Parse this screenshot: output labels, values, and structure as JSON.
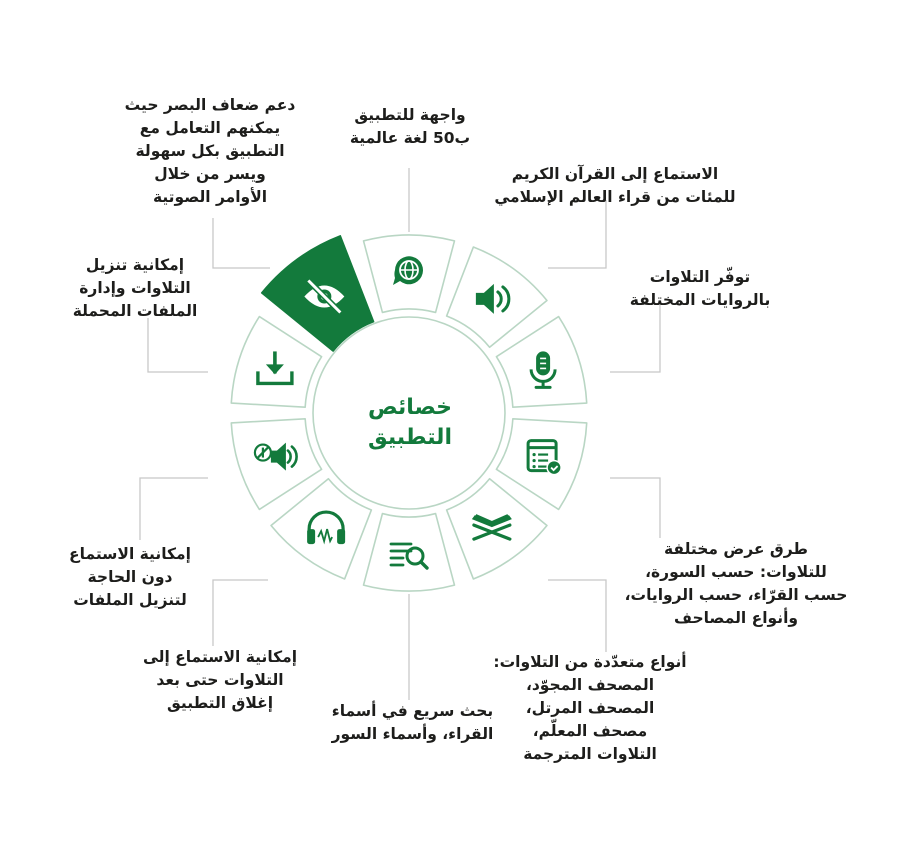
{
  "center": {
    "title": "خصائص\nالتطبيق"
  },
  "colors": {
    "accent": "#137a3c",
    "outline": "#b9d6c4",
    "leader": "#c8c8c8",
    "text": "#1d1d1b"
  },
  "segments": [
    {
      "icon": "globe-chat-icon",
      "highlighted": false,
      "label": "واجهة للتطبيق\nب50 لغة عالمية"
    },
    {
      "icon": "speaker-icon",
      "highlighted": false,
      "label": "الاستماع إلى القرآن الكريم\nللمئات من قراء العالم الإسلامي"
    },
    {
      "icon": "microphone-icon",
      "highlighted": false,
      "label": "توفّر التلاوات\nبالروايات المختلفة"
    },
    {
      "icon": "checklist-icon",
      "highlighted": false,
      "label": "طرق عرض مختلفة\nللتلاوات: حسب السورة،\nحسب القرّاء، حسب الروايات،\nوأنواع المصاحف"
    },
    {
      "icon": "quran-stand-icon",
      "highlighted": false,
      "label": "أنواع متعدّدة من التلاوات:\nالمصحف المجوّد،\nالمصحف المرتل،\nمصحف المعلّم،\nالتلاوات المترجمة"
    },
    {
      "icon": "search-list-icon",
      "highlighted": false,
      "label": "بحث سريع في أسماء\nالقراء، وأسماء السور"
    },
    {
      "icon": "headphones-icon",
      "highlighted": false,
      "label": "إمكانية الاستماع إلى\nالتلاوات حتى بعد\nإغلاق التطبيق"
    },
    {
      "icon": "offline-audio-icon",
      "highlighted": false,
      "label": "إمكانية الاستماع\nدون الحاجة\nلتنزيل الملفات"
    },
    {
      "icon": "download-icon",
      "highlighted": false,
      "label": "إمكانية تنزيل\nالتلاوات وإدارة\nالملفات المحملة"
    },
    {
      "icon": "eye-slash-icon",
      "highlighted": true,
      "label": "دعم ضعاف البصر حيث\nيمكنهم التعامل مع\nالتطبيق بكل سهولة\nويسر من خلال\nالأوامر الصوتية"
    }
  ]
}
